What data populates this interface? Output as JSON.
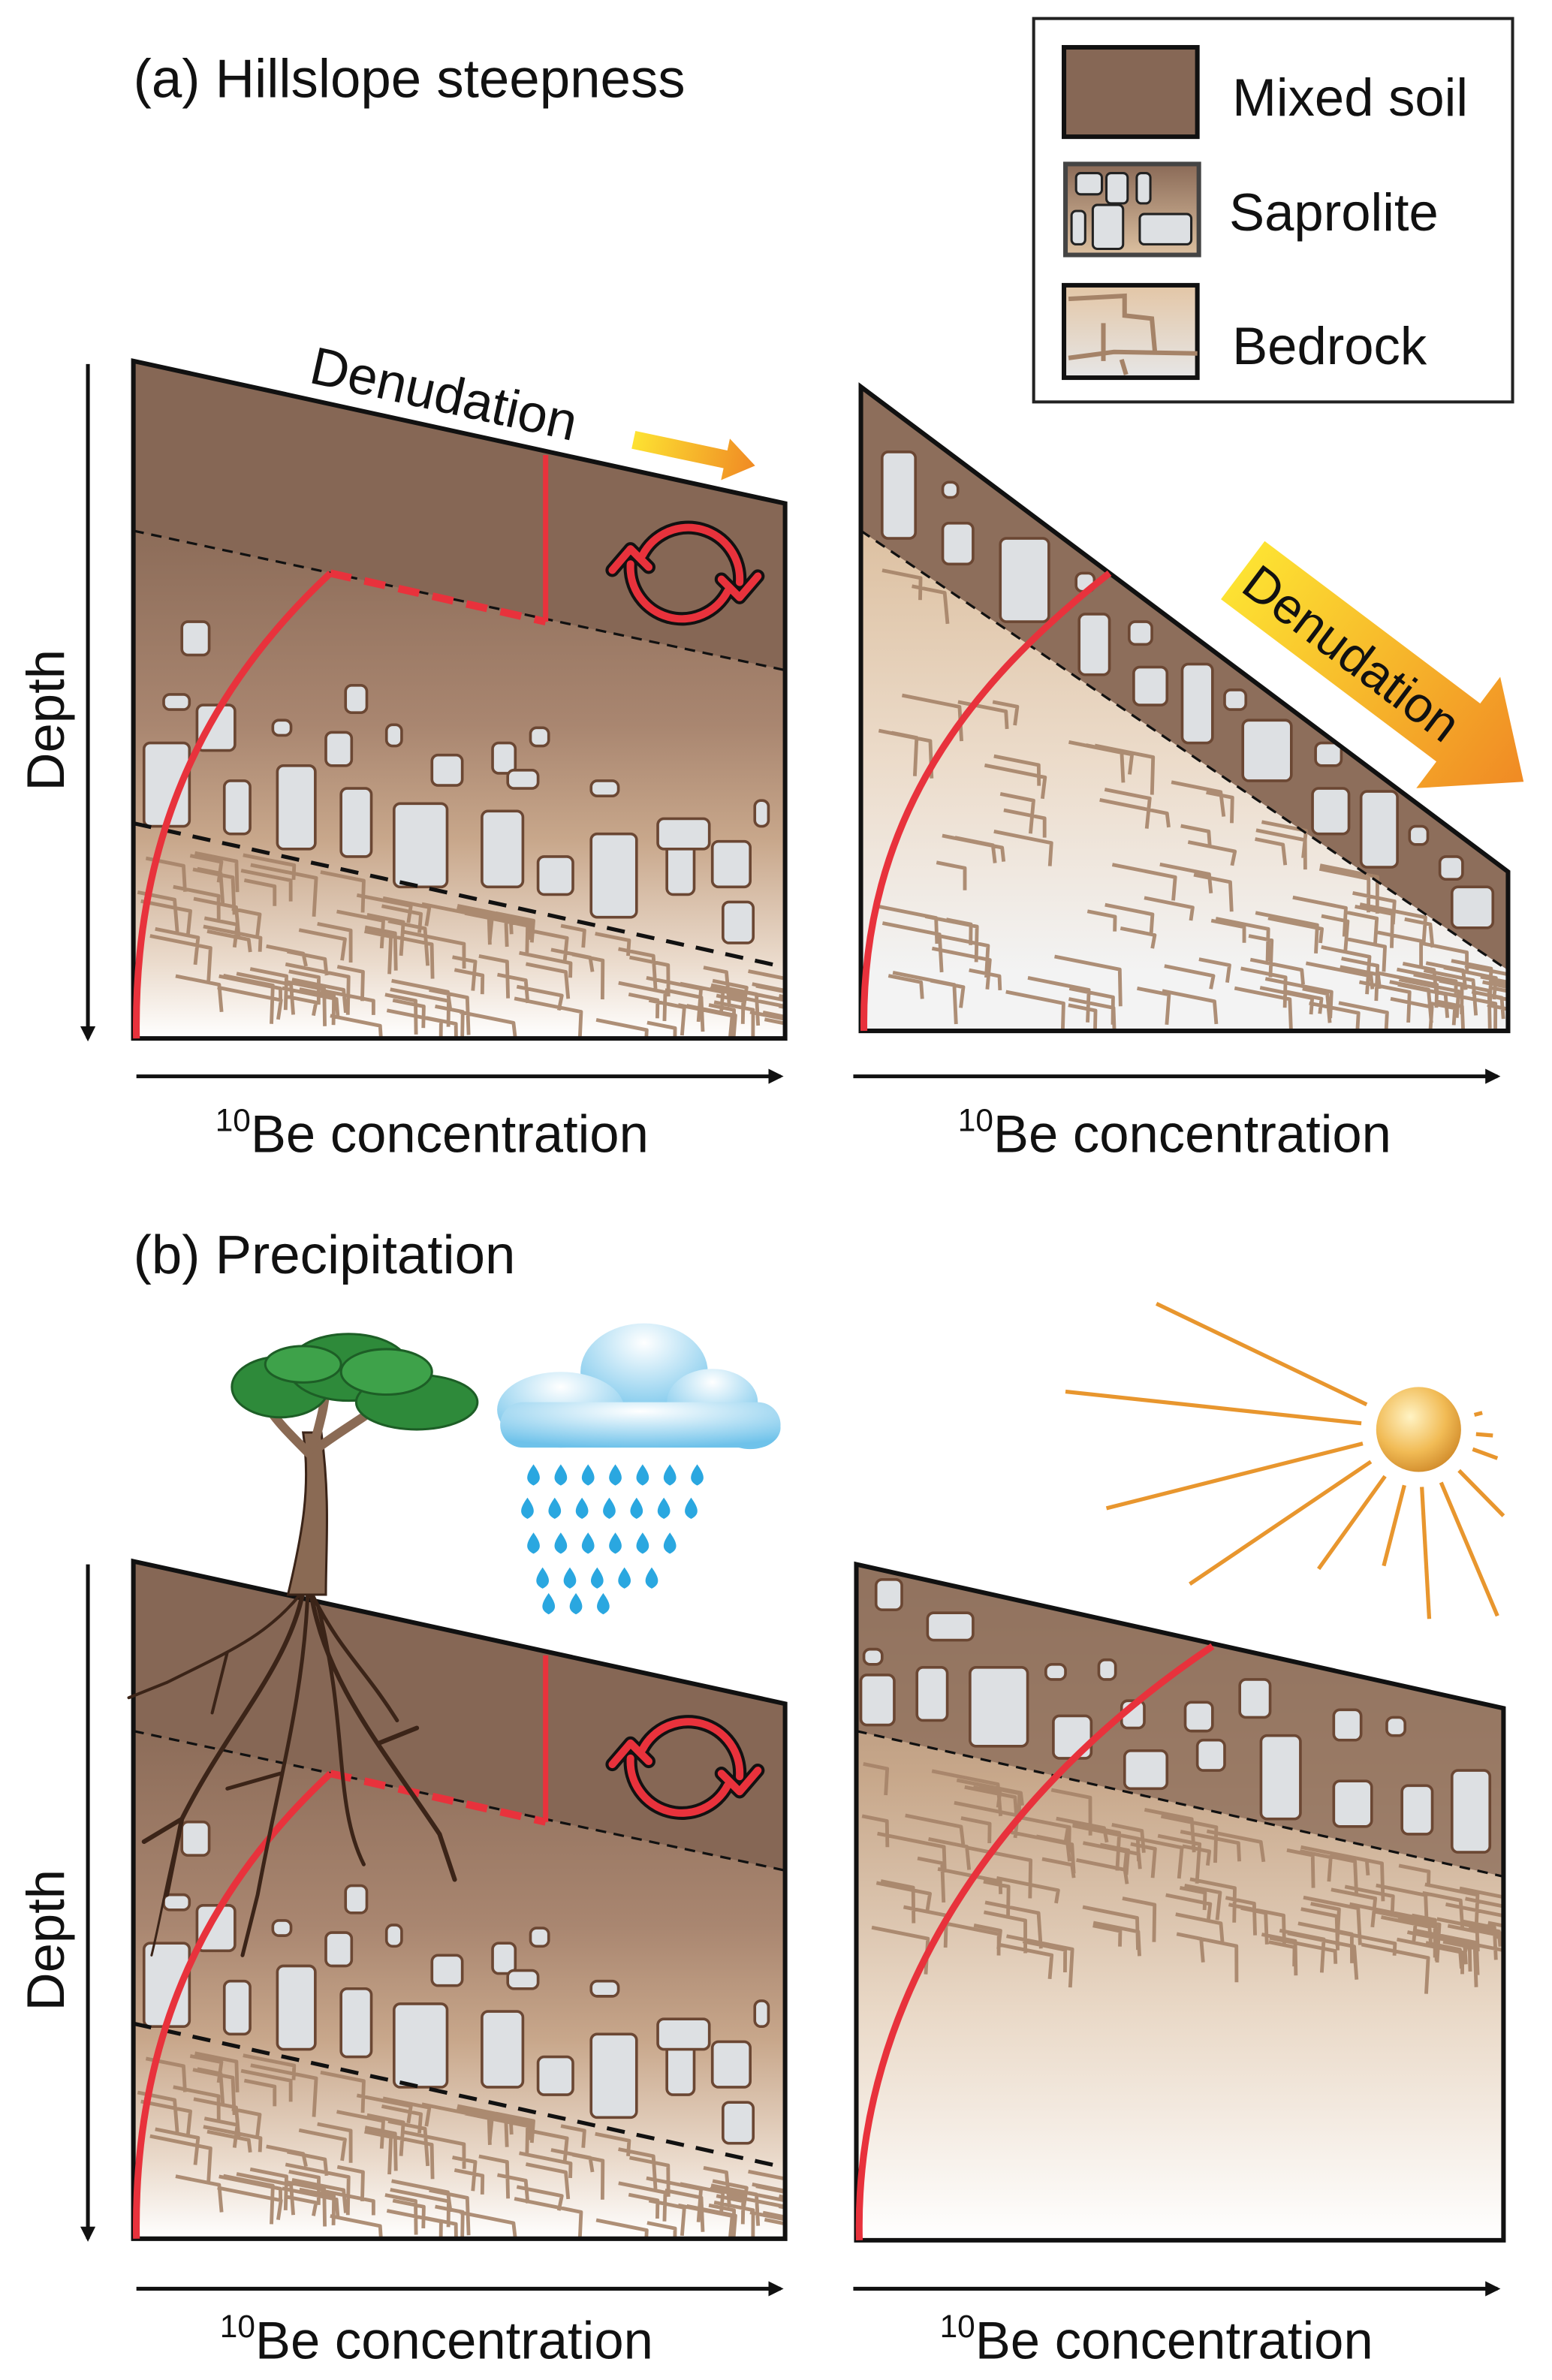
{
  "panel_a": {
    "title": "(a) Hillslope steepness",
    "left": {
      "process_label": "Denudation",
      "y_axis_label": "Depth",
      "x_axis_sup": "10",
      "x_axis_label": "Be concentration"
    },
    "right": {
      "process_label": "Denudation",
      "x_axis_sup": "10",
      "x_axis_label": "Be concentration"
    }
  },
  "panel_b": {
    "title": "(b) Precipitation",
    "left": {
      "y_axis_label": "Depth",
      "x_axis_sup": "10",
      "x_axis_label": "Be concentration"
    },
    "right": {
      "x_axis_sup": "10",
      "x_axis_label": "Be concentration"
    }
  },
  "legend": {
    "items": [
      {
        "label": "Mixed soil"
      },
      {
        "label": "Saprolite"
      },
      {
        "label": "Bedrock"
      }
    ]
  },
  "colors": {
    "mixed_soil": "#866755",
    "profile_curve": "#e8323c",
    "boulder": "#dde0e3",
    "crack": "#a58368",
    "rain": "#2aa7e0",
    "sun_ray": "#e8962e",
    "tree_canopy": "#2e8a3a"
  }
}
